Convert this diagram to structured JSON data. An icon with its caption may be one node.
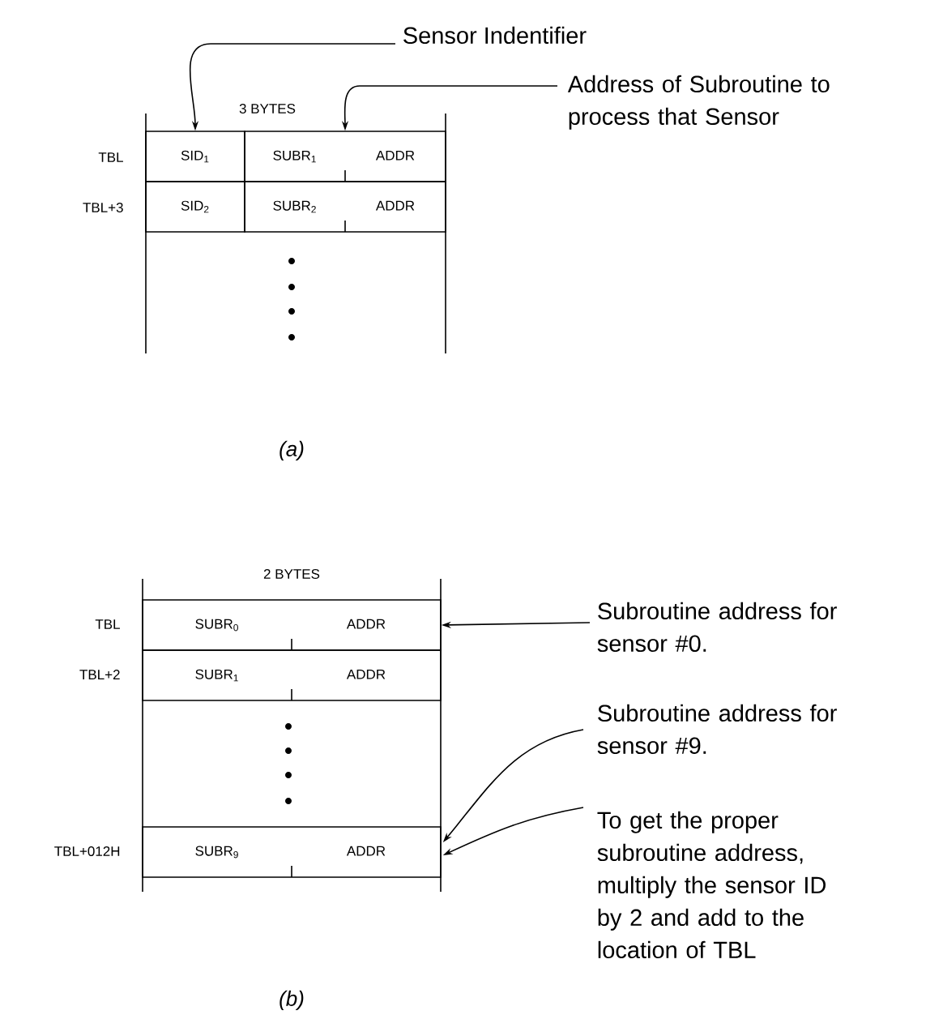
{
  "diagram": {
    "nodes": [
      {
        "text": [
          "Sensor Indentifier"
        ]
      },
      {
        "text": [
          "Address of Subroutine to process that Sensor"
        ]
      },
      {
        "text": [
          "SID$_{1}$"
        ]
      },
      {
        "text": [
          "SUBR$_{1}$",
          "ADDR"
        ]
      },
      {
        "text": [
          "SID$_{2}$"
        ]
      },
      {
        "text": [
          "SUBR$_{2}$",
          "ADDR"
        ]
      },
      {
        "text": [
          "SUBR$_{0}$",
          "ADDR"
        ]
      },
      {
        "text": [
          "SUBR$_{1}$",
          "ADDR"
        ]
      },
      {
        "text": [
          "SUBR$_{9}$",
          "ADDR"
        ]
      },
      {
        "text": [
          "Subroutine address for sensor #0."
        ]
      },
      {
        "text": [
          "Subroutine address for sensor #9."
        ]
      },
      {
        "text": [
          "To get the proper subroutine address, multiply the sensor ID by 2 and add to the location of TBL"
        ]
      }
    ],
    "edges": [
      {
        "from": 0,
        "to": 2,
        "arrow": "to"
      },
      {
        "from": 1,
        "to": 3,
        "arrow": "to"
      },
      {
        "from": 9,
        "to": 6,
        "arrow": "to"
      },
      {
        "from": 10,
        "to": 8,
        "arrow": "to"
      },
      {
        "from": 11,
        "to": 8,
        "arrow": "to"
      }
    ],
    "labels": [
      "3 BYTES",
      "TBL",
      "TBL+3",
      "(a)",
      "2 BYTES",
      "TBL",
      "TBL+2",
      "TBL+012H",
      "(b)"
    ]
  }
}
